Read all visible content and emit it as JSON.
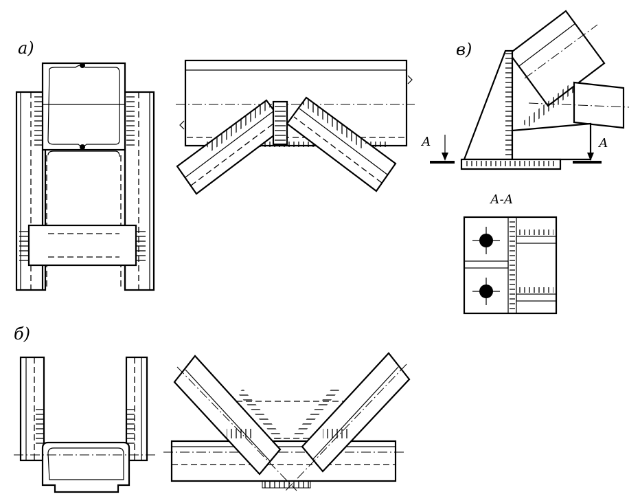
{
  "labels": {
    "view_a": "а)",
    "view_b": "б)",
    "view_v": "в)",
    "section_marker_left": "А",
    "section_marker_right": "А",
    "section_title": "А-А"
  }
}
